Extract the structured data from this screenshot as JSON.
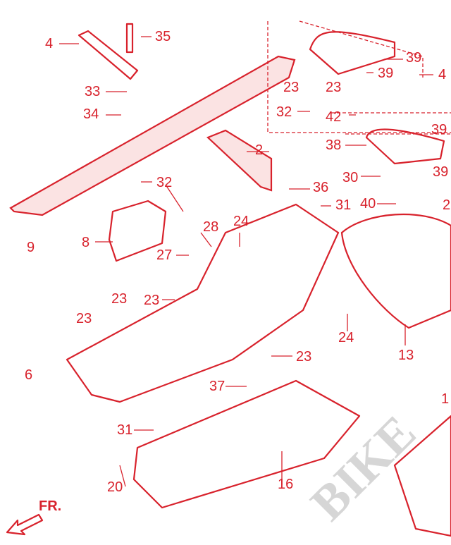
{
  "diagram": {
    "title": "Honda scooter floor/side cover parts diagram",
    "accent_color": "#d8222c",
    "watermark": "BIKE",
    "direction_label": "FR.",
    "callouts": [
      "4",
      "35",
      "33",
      "34",
      "9",
      "2",
      "32",
      "8",
      "27",
      "28",
      "24",
      "23",
      "23",
      "23",
      "6",
      "36",
      "31",
      "37",
      "31",
      "20",
      "16",
      "13",
      "24",
      "23",
      "39",
      "4",
      "23",
      "23",
      "39",
      "32",
      "42",
      "38",
      "39",
      "30",
      "39",
      "40",
      "2",
      "1"
    ]
  }
}
